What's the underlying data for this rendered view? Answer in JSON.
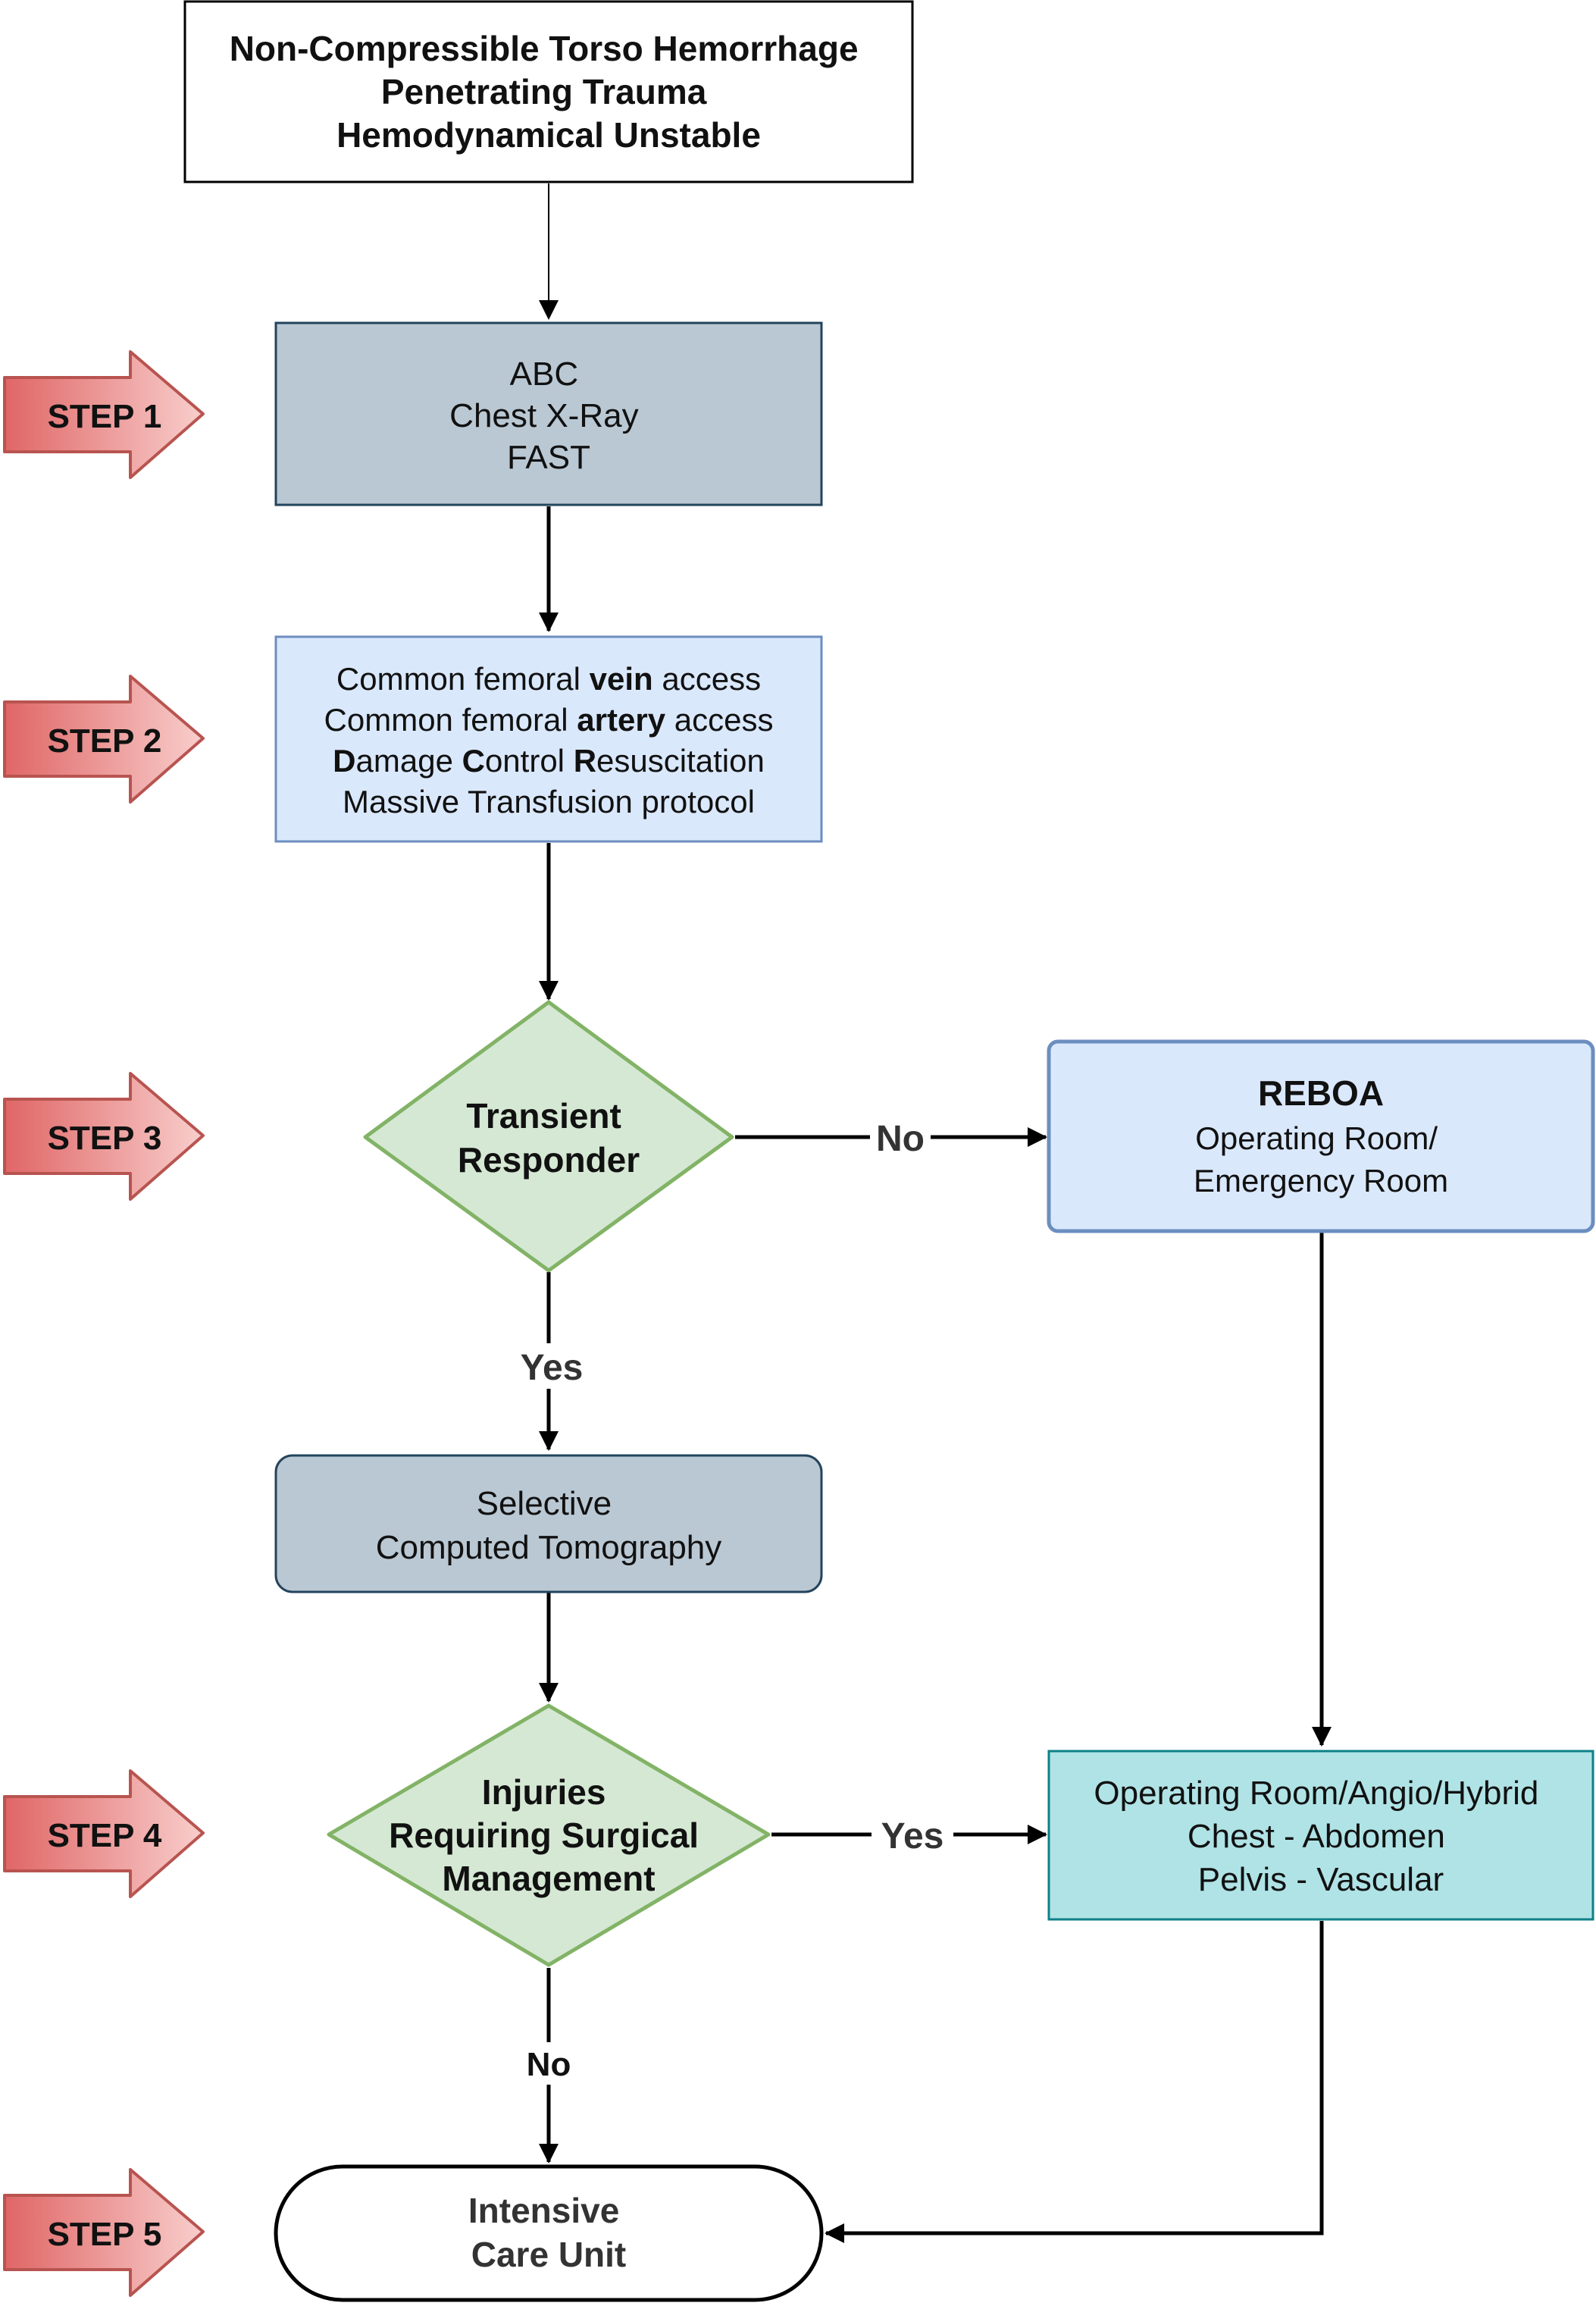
{
  "colors": {
    "step_arrow_fill_left": "#e06666",
    "step_arrow_fill_right": "#f8cecc",
    "step_arrow_stroke": "#b85450",
    "gray_box": "#bac8d3",
    "gray_box_stroke": "#23445d",
    "light_blue_box": "#dae8fc",
    "light_blue_stroke": "#6c8ebf",
    "green_diamond": "#d5e8d4",
    "green_stroke": "#82b366",
    "teal_box": "#b0e3e6",
    "teal_stroke": "#0e8088",
    "line": "#000000",
    "edge_label": "#333333"
  },
  "steps": [
    {
      "label": "STEP 1"
    },
    {
      "label": "STEP 2"
    },
    {
      "label": "STEP 3"
    },
    {
      "label": "STEP 4"
    },
    {
      "label": "STEP 5"
    }
  ],
  "nodes": {
    "start": {
      "lines": [
        "Non-Compressible Torso Hemorrhage",
        "Penetrating Trauma",
        "Hemodynamical Unstable"
      ]
    },
    "step1_box": {
      "lines": [
        "ABC",
        "Chest X-Ray",
        "FAST"
      ]
    },
    "step2_box": {
      "line1_pre": "Common femoral ",
      "line1_bold": "vein",
      "line1_post": " access",
      "line2_pre": "Common femoral ",
      "line2_bold": "artery",
      "line2_post": " access",
      "line3_b1": "D",
      "line3_t1": "amage ",
      "line3_b2": "C",
      "line3_t2": "ontrol ",
      "line3_b3": "R",
      "line3_t3": "esuscitation",
      "line4": "Massive Transfusion protocol"
    },
    "transient_responder": {
      "lines": [
        "Transient",
        "Responder"
      ]
    },
    "reboa": {
      "title": "REBOA",
      "lines": [
        "Operating Room/",
        "Emergency Room"
      ]
    },
    "selective_ct": {
      "lines": [
        "Selective",
        "Computed Tomography"
      ]
    },
    "injuries": {
      "lines": [
        "Injuries",
        "Requiring Surgical",
        "Management"
      ]
    },
    "or_box": {
      "lines": [
        "Operating Room/Angio/Hybrid",
        "Chest - Abdomen",
        "Pelvis - Vascular"
      ]
    },
    "icu": {
      "lines": [
        "Intensive",
        "Care Unit"
      ]
    }
  },
  "edge_labels": {
    "transient_no": "No",
    "transient_yes": "Yes",
    "injuries_yes": "Yes",
    "injuries_no": "No"
  }
}
